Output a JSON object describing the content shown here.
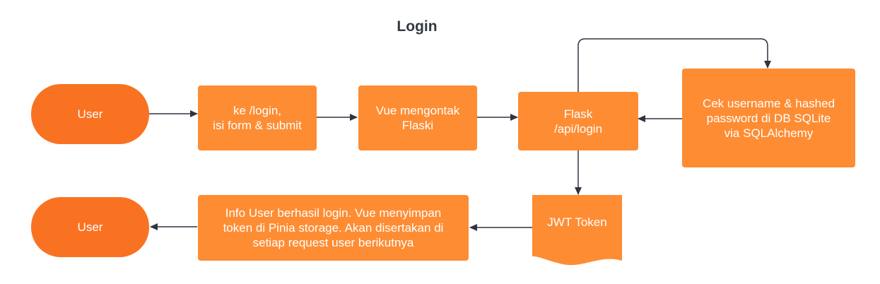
{
  "diagram": {
    "title": "Login",
    "nodes": {
      "user_start": "User",
      "ke_login": "ke /login,\nisi form & submit",
      "vue_contact": "Vue mengontak\nFlaski",
      "flask_api": "Flask\n/api/login",
      "cek_db": "Cek username & hashed\npassword di DB SQLite\nvia SQLAlchemy",
      "jwt_token": "JWT Token",
      "info_user": "Info User berhasil login. Vue menyimpan\ntoken di Pinia storage. Akan disertakan di\nsetiap request user berikutnya",
      "user_end": "User"
    },
    "colors": {
      "process_fill": "#fe8c33",
      "terminal_fill": "#f97222",
      "connector": "#2f3440",
      "title_text": "#333840"
    }
  }
}
